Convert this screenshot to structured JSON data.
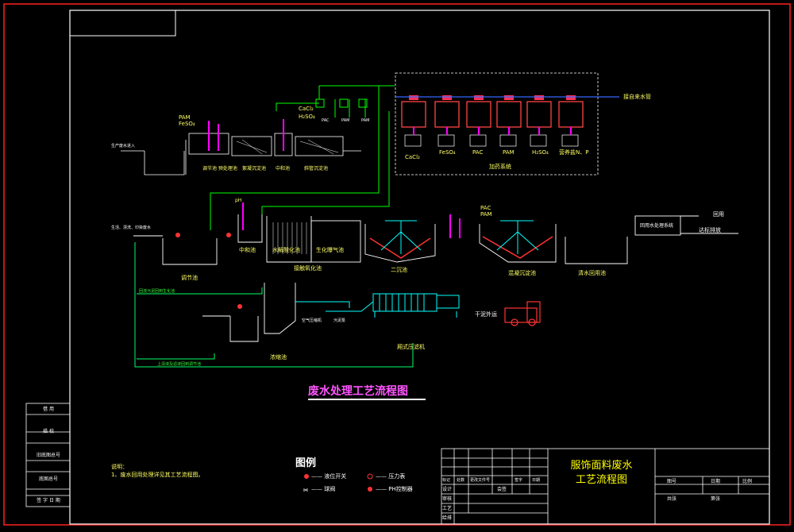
{
  "drawing": {
    "title": "废水处理工艺流程图",
    "legend_title": "图例",
    "notes_title": "说明：",
    "notes": [
      "1、废水回用处理详见其工艺流程图。"
    ],
    "legend_items": [
      {
        "text": "—— 液位开关"
      },
      {
        "text": "—— 压力表"
      },
      {
        "text": "—— 球阀"
      },
      {
        "text": "—— PH控制器"
      }
    ],
    "colors": {
      "frame": "#ff0000",
      "line_white": "#ffffff",
      "water": "#00ff00",
      "air": "#0000ff",
      "sludge": "#00ffff",
      "chem": "#ff00ff",
      "tanks": "#ff4444"
    }
  },
  "labels": {
    "dosing_top": [
      "PAM",
      "FeSO₄"
    ],
    "dosing_mid": [
      "CaCl₂",
      "H₂SO₄"
    ],
    "dosing_small": [
      "PAC",
      "PAM",
      "PAM"
    ],
    "top_inlet": "生产废水进入",
    "top_tanks": [
      "调节池 预处理池",
      "絮凝沉淀池",
      "中和池",
      "斜管沉淀池"
    ],
    "chem_tanks": [
      "CaCl₂",
      "FeSO₄",
      "PAC",
      "PAM",
      "H₂SO₄",
      "营养盐N、P"
    ],
    "chem_system": "加药系统",
    "tap_water": "接自来水管",
    "ph_label": "pH",
    "inlet2": "生活、漂洗、印染废水",
    "middle": [
      "中和池",
      "水解酸化池",
      "生化曝气池",
      "接触氧化池",
      "二沉池",
      "混凝沉淀池",
      "清水回用池",
      "调节池"
    ],
    "pac_pam": [
      "PAC",
      "PAM"
    ],
    "reuse_box": "回用水处理系统",
    "reuse": "回用",
    "discharge": "达标排放",
    "sludge_label1": "回流污泥回到生化池",
    "sludge_label2": "上清液及滤液回到调节池",
    "sludge_tank": "浓缩池",
    "filter_press": "厢式压滤机",
    "dry_sludge": "干泥外运",
    "pumps": [
      "空气压缩机",
      "污泥泵"
    ]
  },
  "titleblock": {
    "title_lines": [
      "服饰面料废水",
      "工艺流程图"
    ],
    "left_rows": [
      "设计",
      "审核",
      "工艺",
      "给排"
    ],
    "left_header": [
      "标记",
      "处数",
      "更改文件号",
      "签字",
      "日期"
    ],
    "sign": "会签",
    "right_top": [
      "图号",
      "日期",
      "比例"
    ],
    "right_bottom": [
      "共张",
      "第张"
    ],
    "side_cells": [
      "借 用",
      "描 校",
      "旧底图总号",
      "底图总号",
      "签 字  日 期"
    ]
  }
}
